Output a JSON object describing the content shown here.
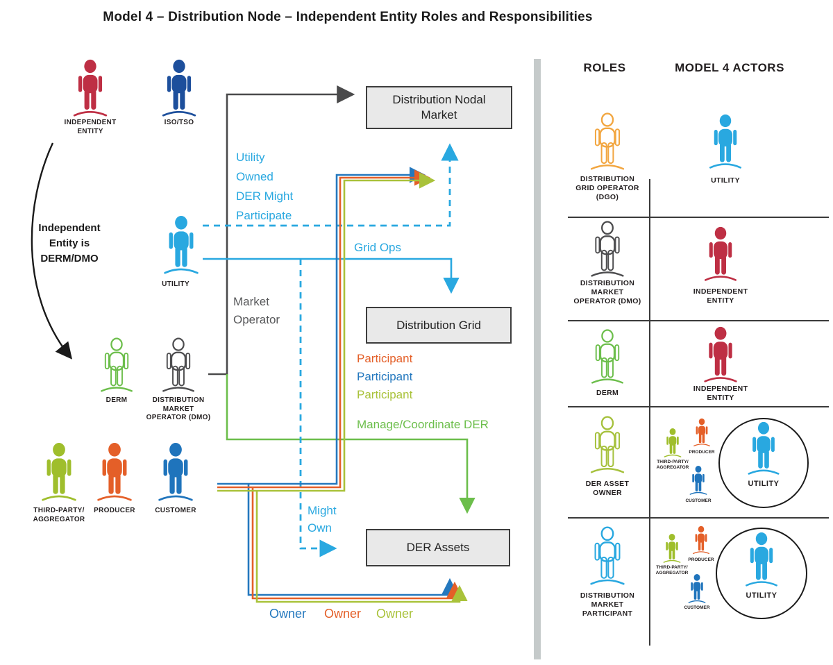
{
  "title": "Model 4 – Distribution Node – Independent Entity Roles and Responsibilities",
  "colors": {
    "crimson": "#BE2F44",
    "navy": "#1D4F9C",
    "cyan": "#29A8E0",
    "customer_blue": "#1F74BC",
    "producer_orange": "#E45F28",
    "olive": "#9FBE2C",
    "derm_green": "#6CBE4B",
    "dgo_amber": "#F2A640",
    "dmo_gray": "#4D4D4F",
    "line_blue": "#2478BE",
    "line_yellow_green": "#A9C23A",
    "dark_line": "#4A4A4B",
    "box_fill": "#E9E9E9",
    "box_border": "#3D3D3D",
    "panel_divider": "#C5CACA",
    "text_dark": "#231F20"
  },
  "left": {
    "actors": {
      "independent_entity": {
        "l1": "INDEPENDENT",
        "l2": "ENTITY"
      },
      "iso_tso": {
        "l1": "ISO/TSO"
      },
      "utility": {
        "l1": "UTILITY"
      },
      "derm": {
        "l1": "DERM"
      },
      "dmo": {
        "l1": "DISTRIBUTION",
        "l2": "MARKET",
        "l3": "OPERATOR (DMO)"
      },
      "third_party": {
        "l1": "THIRD-PARTY/",
        "l2": "AGGREGATOR"
      },
      "producer": {
        "l1": "PRODUCER"
      },
      "customer": {
        "l1": "CUSTOMER"
      }
    },
    "note": {
      "l1": "Independent",
      "l2": "Entity is",
      "l3": "DERM/DMO"
    },
    "boxes": {
      "nodal_market": {
        "l1": "Distribution Nodal",
        "l2": "Market"
      },
      "grid": {
        "l1": "Distribution Grid"
      },
      "der_assets": {
        "l1": "DER Assets"
      }
    },
    "annotations": {
      "utility_owned": {
        "l1": "Utility",
        "l2": "Owned",
        "l3": "DER Might",
        "l4": "Participate"
      },
      "grid_ops": "Grid Ops",
      "market_operator": {
        "l1": "Market",
        "l2": "Operator"
      },
      "participant_orange": "Participant",
      "participant_blue": "Participant",
      "participant_green": "Participant",
      "manage": "Manage/Coordinate DER",
      "might_own": {
        "l1": "Might",
        "l2": "Own"
      },
      "owner_blue": "Owner",
      "owner_orange": "Owner",
      "owner_green": "Owner"
    }
  },
  "legend": {
    "roles_header": "ROLES",
    "actors_header": "MODEL 4 ACTORS",
    "rows": [
      {
        "role": {
          "l1": "DISTRIBUTION",
          "l2": "GRID OPERATOR",
          "l3": "(DGO)"
        },
        "actor": {
          "l1": "UTILITY"
        }
      },
      {
        "role": {
          "l1": "DISTRIBUTION",
          "l2": "MARKET",
          "l3": "OPERATOR (DMO)"
        },
        "actor": {
          "l1": "INDEPENDENT",
          "l2": "ENTITY"
        }
      },
      {
        "role": {
          "l1": "DERM"
        },
        "actor": {
          "l1": "INDEPENDENT",
          "l2": "ENTITY"
        }
      },
      {
        "role": {
          "l1": "DER ASSET",
          "l2": "OWNER"
        },
        "cluster": {
          "third_party": {
            "l1": "THIRD-PARTY/",
            "l2": "AGGREGATOR"
          },
          "producer": "PRODUCER",
          "customer": "CUSTOMER",
          "circled": "UTILITY"
        }
      },
      {
        "role": {
          "l1": "DISTRIBUTION",
          "l2": "MARKET",
          "l3": "PARTICIPANT"
        },
        "cluster": {
          "third_party": {
            "l1": "THIRD-PARTY/",
            "l2": "AGGREGATOR"
          },
          "producer": "PRODUCER",
          "customer": "CUSTOMER",
          "circled": "UTILITY"
        }
      }
    ]
  }
}
